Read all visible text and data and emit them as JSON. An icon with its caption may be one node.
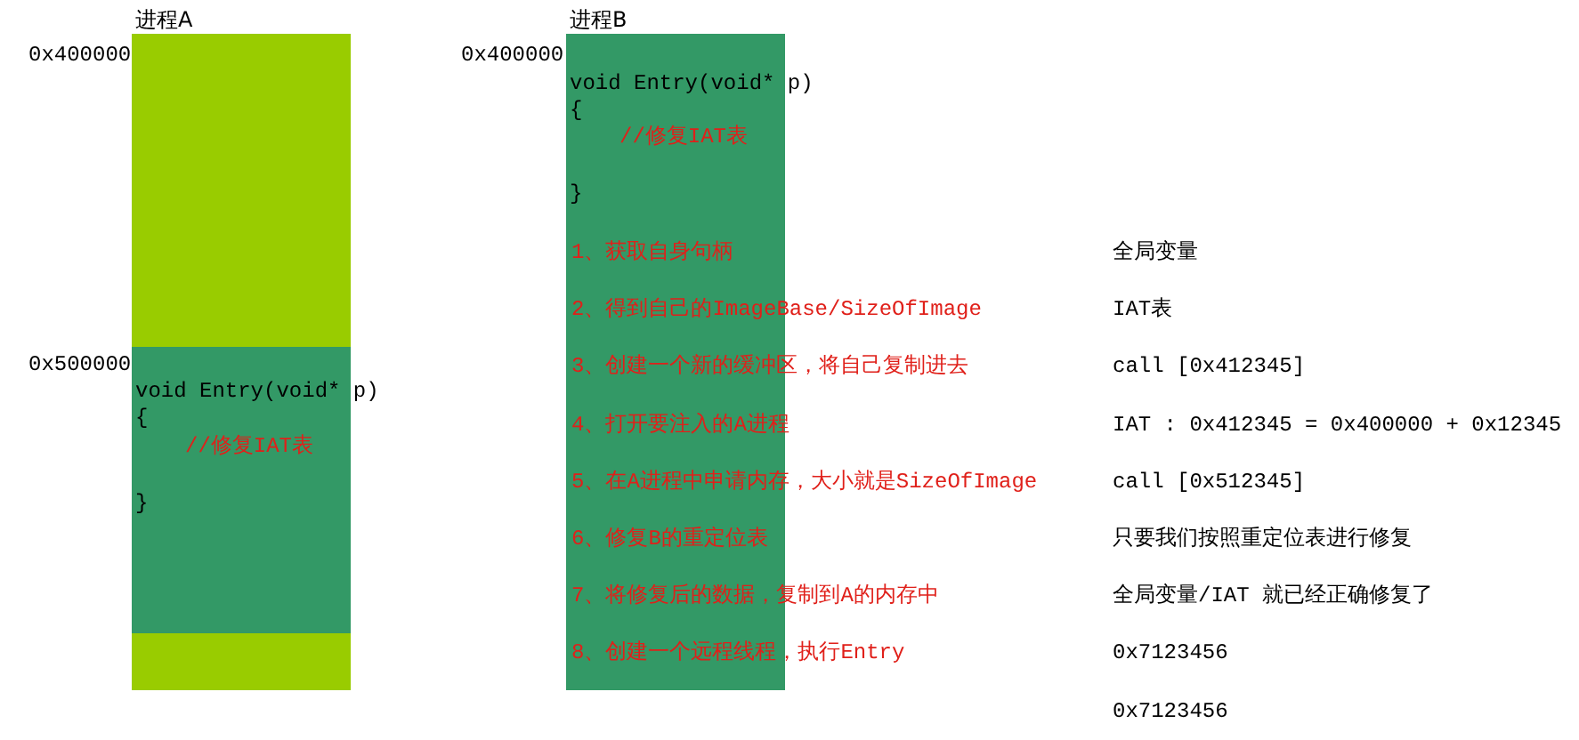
{
  "diagram": {
    "nodes": [
      {
        "text": [
          "进程A"
        ],
        "beside": [
          "0x400000"
        ]
      },
      {
        "text": [
          "void Entry(void* p)",
          "{",
          "//修复IAT表",
          "}"
        ],
        "beside": [
          "0x500000"
        ],
        "in": 0
      },
      {
        "text": [
          "进程B",
          "void Entry(void* p)",
          "{",
          "//修复IAT表",
          "}"
        ],
        "beside": [
          "0x400000"
        ]
      }
    ],
    "labels": [
      "1、获取自身句柄",
      "全局变量",
      "2、得到自己的ImageBase/SizeOfImage",
      "IAT表",
      "3、创建一个新的缓冲区，将自己复制进去",
      "call [0x412345]",
      "4、打开要注入的A进程",
      "IAT : 0x412345 = 0x400000 + 0x12345",
      "5、在A进程中申请内存，大小就是SizeOfImage",
      "call [0x512345]",
      "6、修复B的重定位表",
      "只要我们按照重定位表进行修复",
      "7、将修复后的数据，复制到A的内存中",
      "全局变量/IAT 就已经正确修复了",
      "8、创建一个远程线程，执行Entry",
      "0x7123456",
      "0x7123456"
    ]
  }
}
